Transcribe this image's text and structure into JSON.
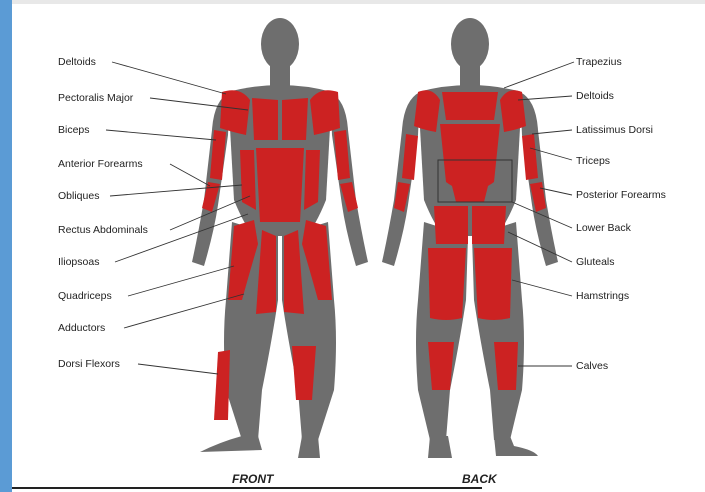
{
  "front": {
    "caption": "FRONT",
    "labels": [
      "Deltoids",
      "Pectoralis Major",
      "Biceps",
      "Anterior Forearms",
      "Obliques",
      "Rectus Abdominals",
      "Iliopsoas",
      "Quadriceps",
      "Adductors",
      "Dorsi Flexors"
    ]
  },
  "back": {
    "caption": "BACK",
    "labels": [
      "Trapezius",
      "Deltoids",
      "Latissimus Dorsi",
      "Triceps",
      "Posterior Forearms",
      "Lower Back",
      "Gluteals",
      "Hamstrings",
      "Calves"
    ]
  },
  "colors": {
    "body": "#6e6e6e",
    "muscle": "#cc2222",
    "accent": "#5b9bd5"
  }
}
